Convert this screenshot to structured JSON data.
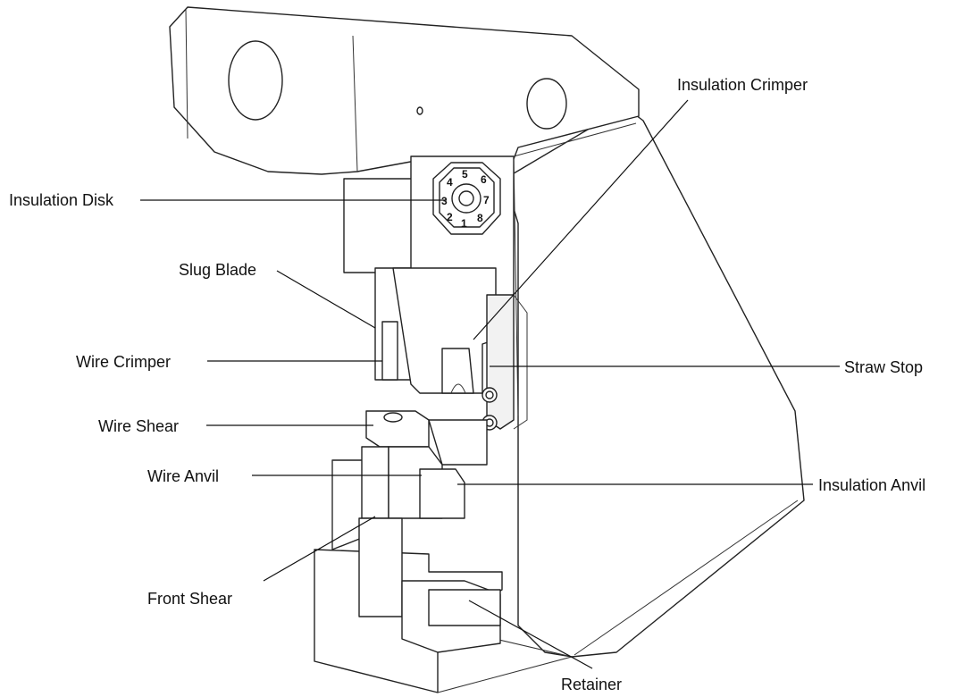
{
  "diagram": {
    "labels": {
      "insulation_crimper": "Insulation Crimper",
      "insulation_disk": "Insulation Disk",
      "slug_blade": "Slug Blade",
      "wire_crimper": "Wire Crimper",
      "straw_stop": "Straw Stop",
      "wire_shear": "Wire Shear",
      "wire_anvil": "Wire Anvil",
      "insulation_anvil": "Insulation Anvil",
      "front_shear": "Front Shear",
      "retainer": "Retainer"
    },
    "disk_numbers": [
      "5",
      "6",
      "7",
      "8",
      "1",
      "2",
      "3",
      "4"
    ],
    "colors": {
      "line": "#222222",
      "fill": "#ffffff"
    }
  }
}
